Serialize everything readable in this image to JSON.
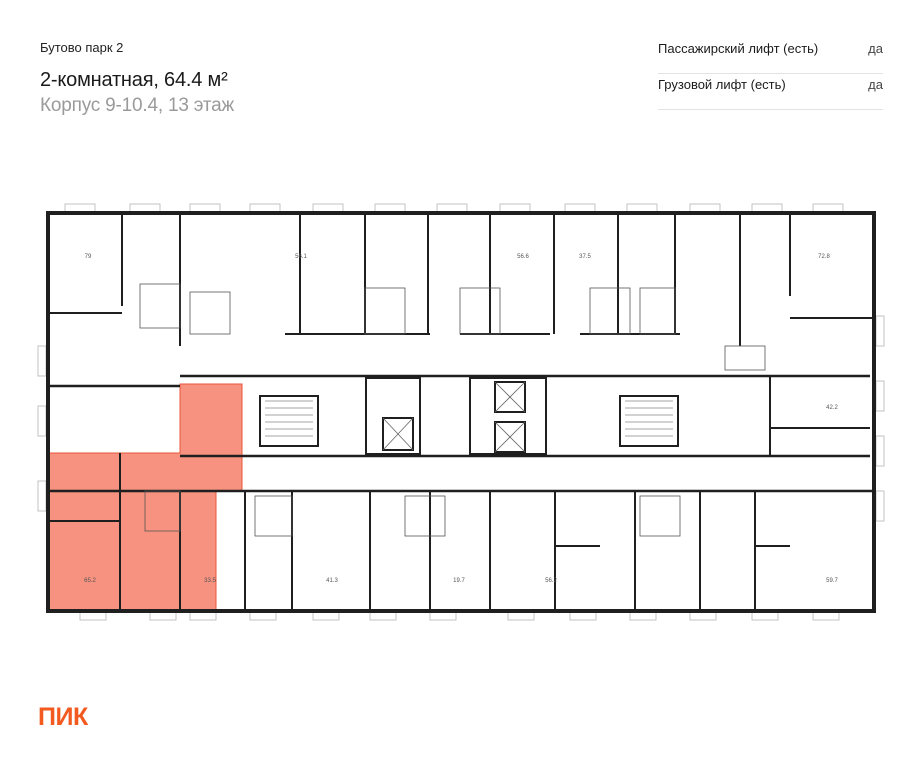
{
  "header": {
    "project": "Бутово парк 2",
    "title": "2-комнатная, 64.4 м²",
    "subtitle": "Корпус 9-10.4, 13 этаж"
  },
  "features": [
    {
      "label": "Пассажирский лифт (есть)",
      "value": "да"
    },
    {
      "label": "Грузовой лифт (есть)",
      "value": "да"
    }
  ],
  "plan": {
    "highlight_color": "#f47f68",
    "selected_area": "65.2",
    "areas": [
      "79",
      "56.1",
      "56.6",
      "37.5",
      "72.8",
      "42.2",
      "65.2",
      "33.5",
      "41.3",
      "19.7",
      "56.2",
      "59.7"
    ]
  },
  "brand": {
    "logo": "ПИК",
    "color": "#f25a1f"
  }
}
